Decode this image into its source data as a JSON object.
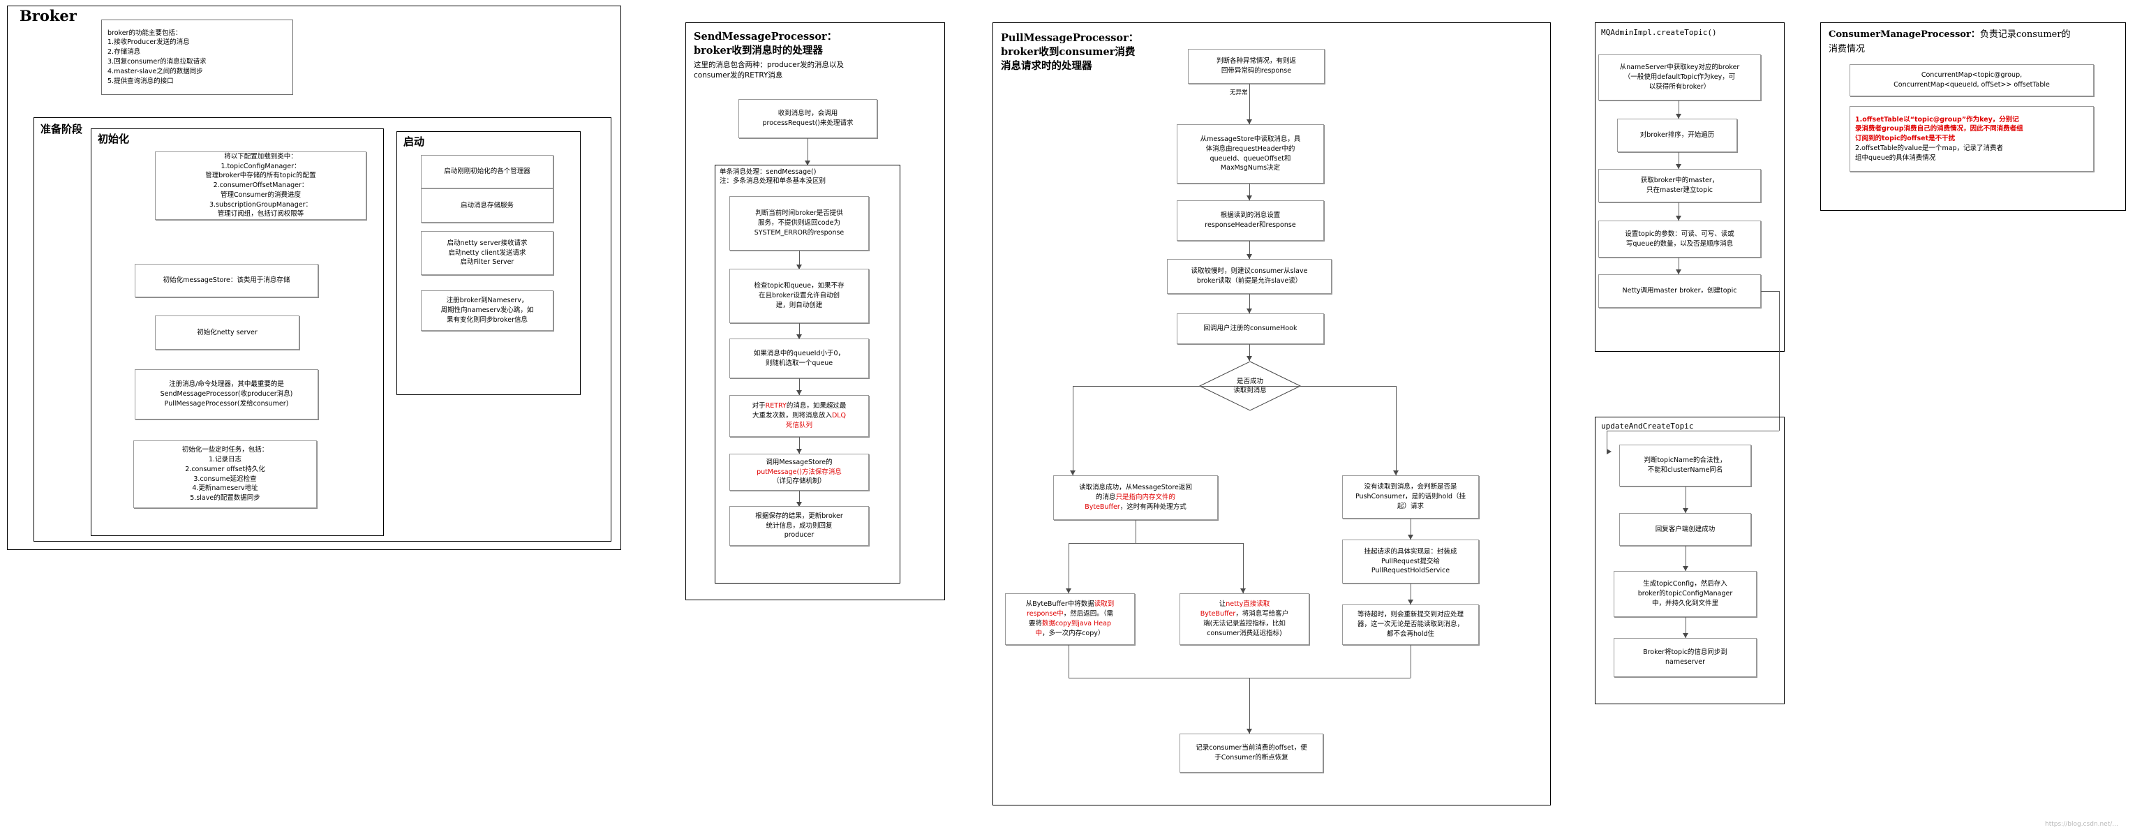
{
  "broker": {
    "title": "Broker",
    "summary_lines": [
      "broker的功能主要包括：",
      "1.接收Producer发送的消息",
      "2.存储消息",
      "3.回复consumer的消息拉取请求",
      "4.master-slave之间的数据同步",
      "5.提供查询消息的接口"
    ],
    "prepare_stage_label": "准备阶段",
    "init": {
      "title": "初始化",
      "nodes": [
        "将以下配置加载到类中：\n1.topicConfigManager：\n管理broker中存储的所有topic的配置\n2.consumerOffsetManager：\n管理Consumer的消费进度\n3.subscriptionGroupManager：\n管理订阅组，包括订阅权限等",
        "初始化messageStore：该类用于消息存储",
        "初始化netty server",
        "注册消息/命令处理器，其中最重要的是\nSendMessageProcessor(收producer消息)\nPullMessageProcessor(发给consumer)",
        "初始化一些定时任务，包括：\n1.记录日志\n2.consumer offset持久化\n3.consume延迟检查\n4.更新nameserv地址\n5.slave的配置数据同步"
      ]
    },
    "startup": {
      "title": "启动",
      "nodes": [
        "启动刚刚初始化的各个管理器",
        "启动消息存储服务",
        "启动netty server接收请求\n启动netty client发送请求\n启动Filter Server",
        "注册broker到Nameserv，\n周期性向nameserv发心跳，如\n果有变化则同步broker信息"
      ]
    }
  },
  "send_processor": {
    "title_line1": "SendMessageProcessor：",
    "title_line2": "broker收到消息时的处理器",
    "subtitle": "这里的消息包含两种：producer发的消息以及\nconsumer发的RETRY消息",
    "entry_node": "收到消息时，会调用\nprocessRequest()来处理请求",
    "group_header": "单条消息处理：sendMessage()\n注：多条消息处理和单条基本没区别",
    "steps": [
      {
        "text": "判断当前时间broker是否提供\n服务，不提供则返回code为\nSYSTEM_ERROR的response",
        "red": []
      },
      {
        "text": "检查topic和queue，如果不存\n在且broker设置允许自动创\n建，则自动创建",
        "red": []
      },
      {
        "text": "如果消息中的queueId小于0，\n则随机选取一个queue",
        "red": []
      },
      {
        "text": "对于RETRY的消息，如果超过最\n大重发次数，则将消息放入DLQ\n死信队列",
        "red": [
          "RETRY",
          "DLQ",
          "死信队列"
        ]
      },
      {
        "text": "调用MessageStore的\nputMessage()方法保存消息\n（详见存储机制）",
        "red": [
          "putMessage()方法保存消息"
        ]
      },
      {
        "text": "根据保存的结果，更新broker\n统计信息，成功则回复\nproducer",
        "red": []
      }
    ]
  },
  "pull_processor": {
    "title_line1": "PullMessageProcessor：",
    "title_line2": "broker收到consumer消费",
    "title_line3": "消息请求时的处理器",
    "main_chain": [
      "判断各种异常情况，有则返\n回带异常码的response",
      "从messageStore中读取消息，具\n体消息由requestHeader中的\nqueueId、queueOffset和\nMaxMsgNums决定",
      "根据读到的消息设置\nresponseHeader和response",
      "读取较慢时，则建议consumer从slave\nbroker读取（前提是允许slave读）",
      "回调用户注册的consumeHook"
    ],
    "edge_label_no_exception": "无异常",
    "decision": "是否成功\n读取到消息",
    "success_node": "读取消息成功，从MessageStore返回\n的消息只是指向内存文件的\nByteBuffer，这时有两种处理方式",
    "success_left": "从ByteBuffer中将数据读取到\nresponse中，然后返回。（需\n要将数据copy到java Heap\n中，多一次内存copy）",
    "success_right": "让netty直接读取\nByteBuffer，将消息写给客户\n端(无法记录监控指标，比如\nconsumer消费延迟指标)",
    "fail_nodes": [
      "没有读取到消息，会判断是否是\nPushConsumer，是的话则hold（挂\n起）请求",
      "挂起请求的具体实现是：封装成\nPullRequest提交给\nPullRequestHoldService",
      "等待超时，则会重新提交到对应处理\n器，这一次无论是否能读取到消息，\n都不会再hold住"
    ],
    "final_node": "记录consumer当前消费的offset，便\n于Consumer的断点恢复"
  },
  "create_topic": {
    "title": "MQAdminImpl.createTopic()",
    "nodes": [
      "从nameServer中获取key对应的broker\n（一般使用defaultTopic作为key，可\n以获得所有broker）",
      "对broker排序，开始遍历",
      "获取broker中的master，\n只在master建立topic",
      "设置topic的参数：可读、可写、读或\n写queue的数量，以及否是顺序消息",
      "Netty调用master broker，创建topic"
    ]
  },
  "update_create_topic": {
    "title": "updateAndCreateTopic",
    "nodes": [
      "判断topicName的合法性，\n不能和clusterName同名",
      "回复客户端创建成功",
      "生成topicConfig，然后存入\nbroker的topicConfigManager\n中，并持久化到文件里",
      "Broker将topic的信息同步到\nnameserver"
    ]
  },
  "consumer_manage": {
    "title_prefix": "ConsumerManageProcessor：",
    "title_rest": "负责记录consumer的",
    "title_line2": "消费情况",
    "code_node": "ConcurrentMap<topic@group,\nConcurrentMap<queueId, offSet>> offsetTable",
    "detail_node_lines": [
      "1.offsetTable以“topic@group”作为key，分别记",
      "录消费者group消费自己的消费情况，因此不同消费者组",
      "订阅到的topic的offset是不干扰",
      "2.offsetTable的value是一个map，记录了消费者",
      "组中queue的具体消费情况"
    ],
    "detail_red_line1": "1.offsetTable以“topic@group”作为key，分别记",
    "detail_red_line2": "录消费者group消费自己的消费情况，因此不同消费者组",
    "detail_red_line3": "订阅到的topic的offset是不干扰",
    "detail_black_line1": "2.offsetTable的value是一个map，记录了消费者",
    "detail_black_line2": "组中queue的具体消费情况"
  },
  "colors": {
    "red": "#e00000",
    "box_border": "#9a9a9a",
    "frame_border": "#000000",
    "line": "#5a5a5a"
  },
  "watermark": "https://blog.csdn.net/..."
}
